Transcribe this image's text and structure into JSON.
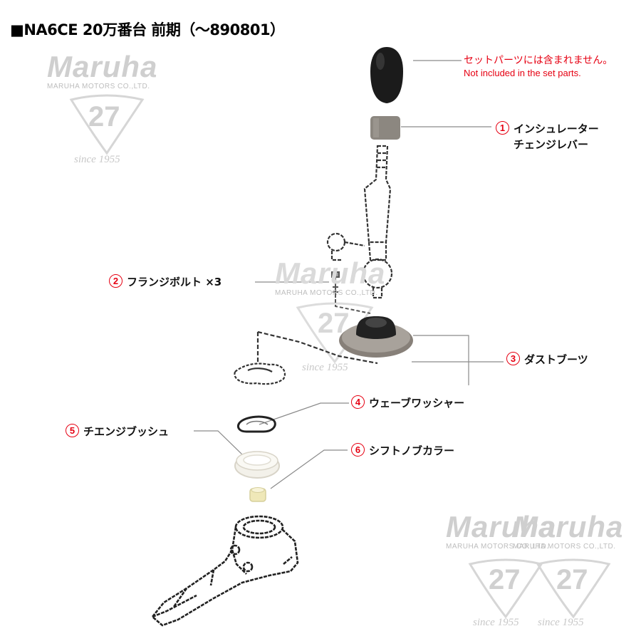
{
  "title": "■NA6CE 20万番台 前期（〜890801）",
  "note": {
    "jp": "セットパーツには含まれません。",
    "en": "Not included in the set parts.",
    "color": "#e60012"
  },
  "parts": [
    {
      "num": "1",
      "name_line1": "インシュレーター",
      "name_line2": "チェンジレバー"
    },
    {
      "num": "2",
      "name_line1": "フランジボルト ×3"
    },
    {
      "num": "3",
      "name_line1": "ダストブーツ"
    },
    {
      "num": "4",
      "name_line1": "ウェーブワッシャー"
    },
    {
      "num": "5",
      "name_line1": "チエンジブッシュ"
    },
    {
      "num": "6",
      "name_line1": "シフトノブカラー"
    }
  ],
  "watermark": {
    "logo": "Maruha",
    "company": "MARUHA MOTORS CO.,LTD.",
    "badge_number": "27",
    "since": "since 1955"
  },
  "colors": {
    "accent": "#e60012",
    "leader": "#888888",
    "knob": "#1b1b1b",
    "insulator": "#8c8780",
    "bushing": "#f3f1ea",
    "collar": "#efe8b8"
  }
}
